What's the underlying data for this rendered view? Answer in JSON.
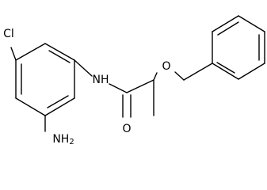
{
  "molecule": {
    "atoms": {
      "chlorine": "Cl",
      "amide_nitrogen": "NH",
      "ether_oxygen": "O",
      "carbonyl_oxygen": "O",
      "amino_group": {
        "element": "NH",
        "subscript": "2"
      }
    }
  }
}
